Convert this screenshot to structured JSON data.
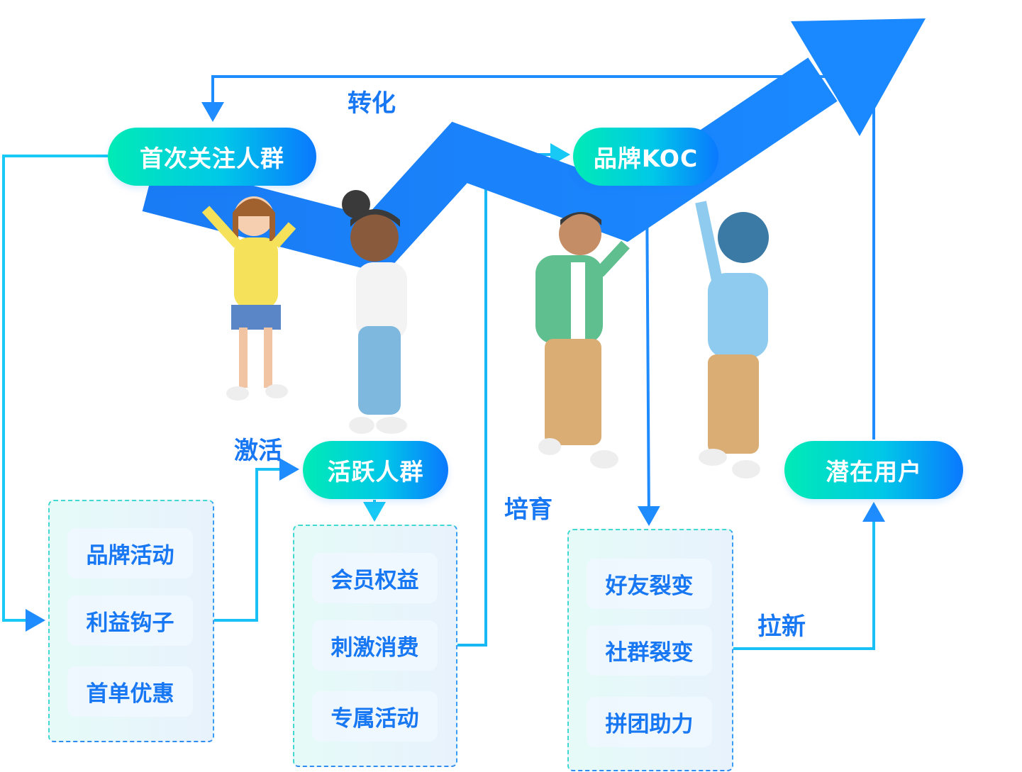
{
  "colors": {
    "accent": "#1877f2",
    "gradient_start": "#00ebb5",
    "gradient_end": "#0a78ff",
    "connector": "#1e90ff",
    "arrow": "#1a84ff"
  },
  "nodes": {
    "first_follow": "首次关注人群",
    "brand_koc": "品牌KOC",
    "active": "活跃人群",
    "potential": "潜在用户"
  },
  "edges": {
    "convert": "转化",
    "activate": "激活",
    "nurture": "培育",
    "acquire": "拉新"
  },
  "groups": {
    "hooks": [
      "品牌活动",
      "利益钩子",
      "首单优惠"
    ],
    "retention": [
      "会员权益",
      "刺激消费",
      "专属活动"
    ],
    "fission": [
      "好友裂变",
      "社群裂变",
      "拼团助力"
    ]
  }
}
